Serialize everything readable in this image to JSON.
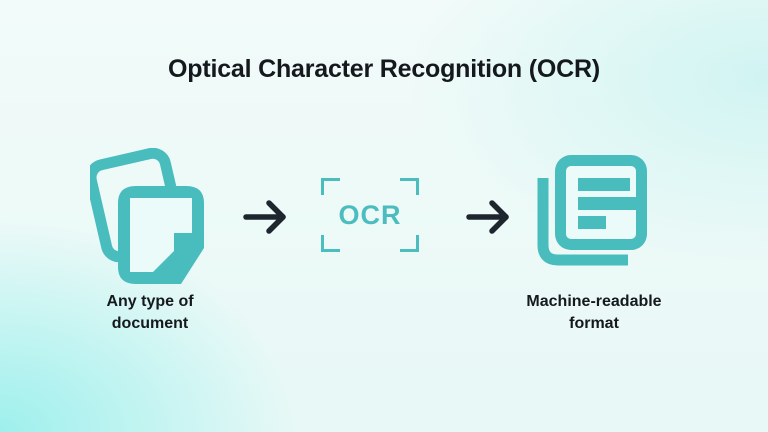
{
  "title": "Optical Character Recognition (OCR)",
  "flow": {
    "input": {
      "label": "Any type of\ndocument",
      "icon": "document-stack-icon"
    },
    "process": {
      "label": "OCR",
      "icon": "scan-frame-icon"
    },
    "output": {
      "label": "Machine-readable\nformat",
      "icon": "machine-readable-document-icon"
    },
    "arrow_icon": "right-arrow-icon"
  },
  "colors": {
    "accent_teal": "#49bcbe",
    "text_dark": "#15191d",
    "background_cyan": "#9ef0ed",
    "document_fill": "#eafbfa"
  }
}
